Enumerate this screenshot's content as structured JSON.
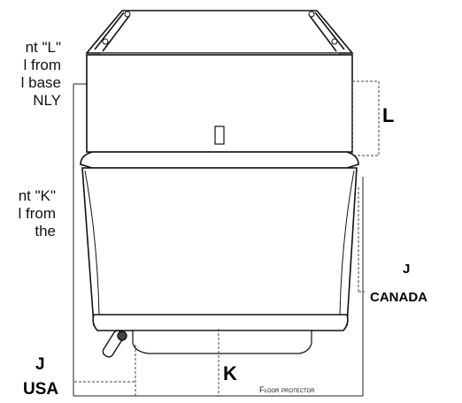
{
  "notes": {
    "l_lines": [
      "nt \"L\"",
      "l from",
      "l base",
      "NLY"
    ],
    "k_lines": [
      "nt \"K\"",
      "l from",
      "the"
    ]
  },
  "dimensions": {
    "l": "L",
    "k": "K",
    "j_canada_letter": "J",
    "j_canada_label": "CANADA",
    "j_usa_letter": "J",
    "j_usa_label": "USA"
  },
  "floor_protector_label": "Floor protector",
  "colors": {
    "stroke": "#111111",
    "dashed": "#444444",
    "background": "#ffffff"
  }
}
